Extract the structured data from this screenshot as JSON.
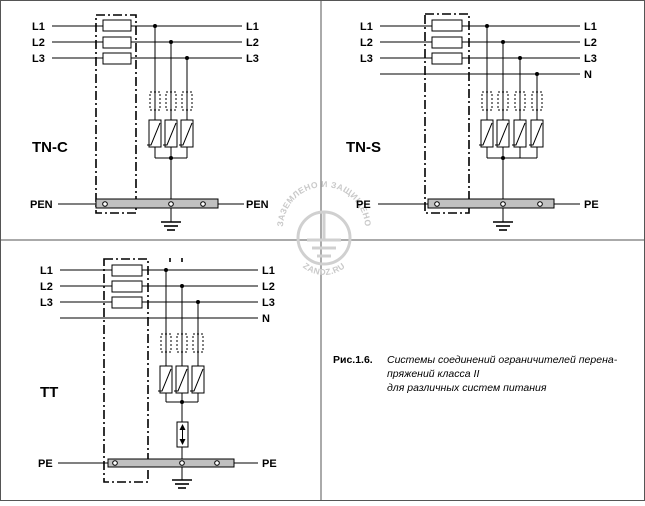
{
  "labels": {
    "l1": "L1",
    "l2": "L2",
    "l3": "L3",
    "n": "N",
    "pen": "PEN",
    "pe": "PE"
  },
  "systems": {
    "tnc": "TN-C",
    "tns": "TN-S",
    "tt": "TT"
  },
  "caption": {
    "number": "Рис.1.6.",
    "line1": "Системы соединений ограничителей перена-",
    "line2": "пряжений класса II",
    "line3": "для различных систем питания"
  },
  "watermark": {
    "arc_top": "ЗАЗЕМЛЕНО И ЗАЩИЩЕНО",
    "arc_bottom": "ZANDZ.RU"
  },
  "colors": {
    "line": "#000000",
    "pe_bar": "#c0c0c0",
    "watermark": "#c9c9c9",
    "border": "#555555"
  }
}
